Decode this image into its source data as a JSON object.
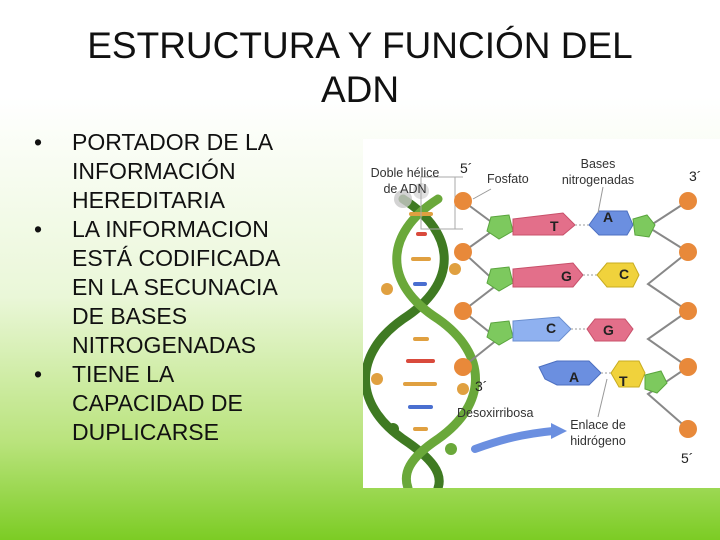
{
  "slide": {
    "title_lines": [
      "ESTRUCTURA Y FUNCIÓN DEL",
      "ADN"
    ],
    "bullet_symbol": "•",
    "bullets": [
      {
        "lines": [
          "PORTADOR DE LA",
          "INFORMACIÓN",
          "HEREDITARIA"
        ]
      },
      {
        "lines": [
          "LA INFORMACION",
          "ESTÁ CODIFICADA",
          "EN LA SECUNACIA",
          "DE BASES",
          "NITROGENADAS"
        ]
      },
      {
        "lines": [
          "TIENE LA",
          "CAPACIDAD DE",
          "DUPLICARSE"
        ]
      }
    ]
  },
  "figure": {
    "label_doble_helice": [
      "Doble hélice",
      "de ADN"
    ],
    "label_5_top": "5´",
    "label_fosfato": "Fosfato",
    "label_bases": [
      "Bases",
      "nitrogenadas"
    ],
    "label_3_top": "3´",
    "label_3_bottom": "3´",
    "label_desoxirribosa": "Desoxirribosa",
    "label_enlace": [
      "Enlace de",
      "hidrógeno"
    ],
    "label_5_bottom": "5´",
    "pairs": [
      {
        "left": "T",
        "right": "A"
      },
      {
        "left": "G",
        "right": "C"
      },
      {
        "left": "C",
        "right": "G"
      },
      {
        "left": "A",
        "right": "T"
      }
    ],
    "colors": {
      "phosphate": "#e8893a",
      "sugar": "#7dc95e",
      "base_left": "#e36f8a",
      "base_right": "#6b8fe0",
      "base_yellow": "#f0d23c",
      "base_blue": "#8fb1f0",
      "helix_green": "#4f8a2a",
      "helix_orange": "#e0a040"
    }
  }
}
